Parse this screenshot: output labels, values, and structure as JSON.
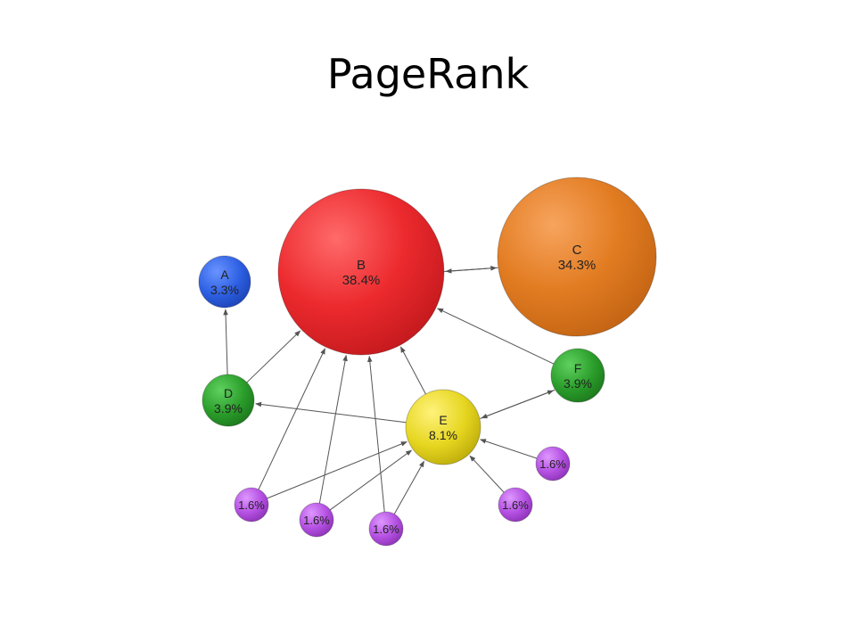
{
  "title": "PageRank",
  "colors": {
    "edge": "#555555",
    "red": "#e8262b",
    "orange": "#e07a1f",
    "blue": "#2b5fe0",
    "green": "#2a9c2a",
    "yellow": "#e4d61e",
    "purple": "#b64ee0"
  },
  "nodes": [
    {
      "id": "A",
      "label": "A",
      "value": "3.3%",
      "color": "blue"
    },
    {
      "id": "B",
      "label": "B",
      "value": "38.4%",
      "color": "red"
    },
    {
      "id": "C",
      "label": "C",
      "value": "34.3%",
      "color": "orange"
    },
    {
      "id": "D",
      "label": "D",
      "value": "3.9%",
      "color": "green"
    },
    {
      "id": "E",
      "label": "E",
      "value": "8.1%",
      "color": "yellow"
    },
    {
      "id": "F",
      "label": "F",
      "value": "3.9%",
      "color": "green"
    },
    {
      "id": "P1",
      "label": "",
      "value": "1.6%",
      "color": "purple"
    },
    {
      "id": "P2",
      "label": "",
      "value": "1.6%",
      "color": "purple"
    },
    {
      "id": "P3",
      "label": "",
      "value": "1.6%",
      "color": "purple"
    },
    {
      "id": "P4",
      "label": "",
      "value": "1.6%",
      "color": "purple"
    },
    {
      "id": "P5",
      "label": "",
      "value": "1.6%",
      "color": "purple"
    }
  ],
  "edges": [
    {
      "from": "B",
      "to": "C"
    },
    {
      "from": "C",
      "to": "B"
    },
    {
      "from": "D",
      "to": "A"
    },
    {
      "from": "D",
      "to": "B"
    },
    {
      "from": "E",
      "to": "B"
    },
    {
      "from": "E",
      "to": "D"
    },
    {
      "from": "E",
      "to": "F"
    },
    {
      "from": "F",
      "to": "E"
    },
    {
      "from": "F",
      "to": "B"
    },
    {
      "from": "P1",
      "to": "B"
    },
    {
      "from": "P1",
      "to": "E"
    },
    {
      "from": "P2",
      "to": "B"
    },
    {
      "from": "P2",
      "to": "E"
    },
    {
      "from": "P3",
      "to": "B"
    },
    {
      "from": "P3",
      "to": "E"
    },
    {
      "from": "P4",
      "to": "E"
    },
    {
      "from": "P5",
      "to": "E"
    }
  ]
}
